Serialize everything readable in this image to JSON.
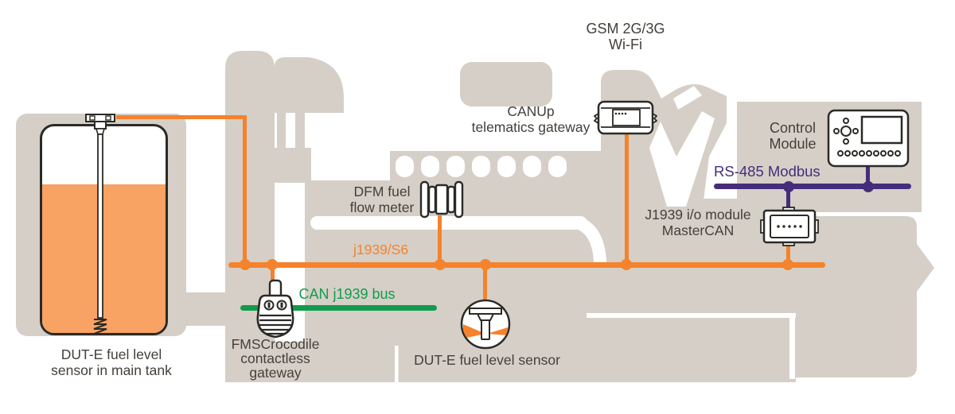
{
  "colors": {
    "accent_orange": "#f5822c",
    "fuel": "#f8a263",
    "green": "#119c4b",
    "purple": "#462d7c",
    "machine": "#d5cfc7",
    "outline": "#2b2a26",
    "text": "#44403b"
  },
  "nodes": {
    "gsm": {
      "line1": "GSM 2G/3G",
      "line2": "Wi-Fi"
    },
    "canup": {
      "line1": "CANUp",
      "line2": "telematics gateway"
    },
    "control_module": {
      "line1": "Control",
      "line2": "Module"
    },
    "mastercan": {
      "line1": "J1939 i/o module",
      "line2": "MasterCAN"
    },
    "dfm": {
      "line1": "DFM fuel",
      "line2": "flow meter"
    },
    "fms": {
      "line1": "FMSCrocodile",
      "line2": "contactless",
      "line3": "gateway"
    },
    "dute_engine": {
      "label": "DUT-E fuel level sensor"
    },
    "tank": {
      "line1": "DUT-E fuel level",
      "line2": "sensor in main tank"
    }
  },
  "buses": {
    "j1939_s6": {
      "label": "j1939/S6",
      "color": "#f5822c"
    },
    "can_j1939": {
      "label": "CAN j1939 bus",
      "color": "#119c4b"
    },
    "rs485": {
      "label": "RS-485 Modbus",
      "color": "#462d7c"
    }
  },
  "icons": {
    "machine": "genset-silhouette",
    "fuel_tank": "fuel-tank-icon",
    "tank_sensor": "fuel-level-probe-icon",
    "canup_device": "telematics-gateway-icon",
    "control_module_device": "control-panel-icon",
    "mastercan_device": "io-module-icon",
    "dfm_device": "fuel-flow-meter-icon",
    "fms_device": "contactless-gateway-icon",
    "dute_device": "fuel-level-sensor-icon"
  }
}
